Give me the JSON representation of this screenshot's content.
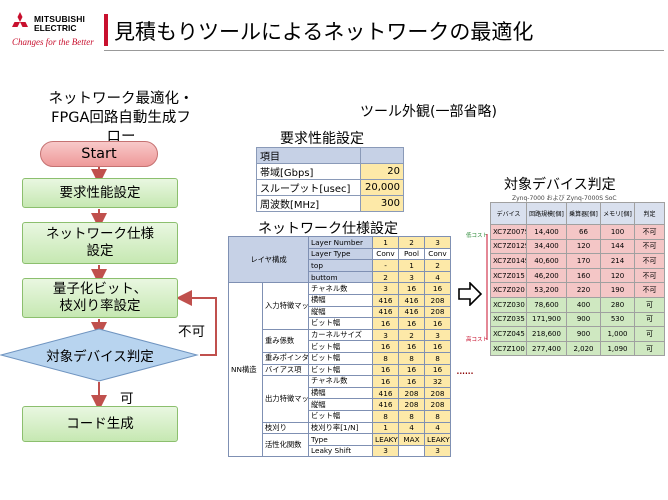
{
  "header": {
    "logo_word1": "MITSUBISHI",
    "logo_word2": "ELECTRIC",
    "logo_tagline": "Changes for the Better",
    "title": "見積もりツールによるネットワークの最適化"
  },
  "flow": {
    "heading_line1": "ネットワーク最適化・",
    "heading_line2": "FPGA回路自動生成フ",
    "heading_line3": "ロー",
    "start": "Start",
    "step1": "要求性能設定",
    "step2_line1": "ネットワーク仕様",
    "step2_line2": "設定",
    "step3_line1": "量子化ビット、",
    "step3_line2": "枝刈り率設定",
    "decision": "対象デバイス判定",
    "no_label": "不可",
    "yes_label": "可",
    "end": "コード生成"
  },
  "tool_label": "ツール外観(一部省略)",
  "perf": {
    "heading": "要求性能設定",
    "header": "項目",
    "rows": [
      {
        "label": "帯域[Gbps]",
        "value": "20"
      },
      {
        "label": "スループット[usec]",
        "value": "20,000"
      },
      {
        "label": "周波数[MHz]",
        "value": "300"
      }
    ]
  },
  "net": {
    "heading": "ネットワーク仕様設定",
    "layer_group": "レイヤ構成",
    "layer_rows": [
      {
        "param": "Layer Number",
        "v": [
          "1",
          "2",
          "3"
        ]
      },
      {
        "param": "Layer Type",
        "v": [
          "Conv",
          "Pool",
          "Conv"
        ]
      },
      {
        "param": "top",
        "v": [
          "-",
          "1",
          "2"
        ]
      },
      {
        "param": "buttom",
        "v": [
          "2",
          "3",
          "4"
        ]
      }
    ],
    "nn_group": "NN構造",
    "input_fm": "入力特徴マップ",
    "input_rows": [
      {
        "param": "チャネル数",
        "v": [
          "3",
          "16",
          "16"
        ]
      },
      {
        "param": "横幅",
        "v": [
          "416",
          "416",
          "208"
        ]
      },
      {
        "param": "縦幅",
        "v": [
          "416",
          "416",
          "208"
        ]
      },
      {
        "param": "ビット幅",
        "v": [
          "16",
          "16",
          "16"
        ]
      }
    ],
    "weight": "重み係数",
    "weight_rows": [
      {
        "param": "カーネルサイズ",
        "v": [
          "3",
          "2",
          "3"
        ]
      },
      {
        "param": "ビット幅",
        "v": [
          "16",
          "16",
          "16"
        ]
      }
    ],
    "wpoint": "重みポインタ",
    "wpoint_row": {
      "param": "ビット幅",
      "v": [
        "8",
        "8",
        "8"
      ]
    },
    "bias": "バイアス項",
    "bias_row": {
      "param": "ビット幅",
      "v": [
        "16",
        "16",
        "16"
      ]
    },
    "output_fm": "出力特徴マップ",
    "output_rows": [
      {
        "param": "チャネル数",
        "v": [
          "16",
          "16",
          "32"
        ]
      },
      {
        "param": "横幅",
        "v": [
          "416",
          "208",
          "208"
        ]
      },
      {
        "param": "縦幅",
        "v": [
          "416",
          "208",
          "208"
        ]
      },
      {
        "param": "ビット幅",
        "v": [
          "8",
          "8",
          "8"
        ]
      }
    ],
    "prune": "枝刈り",
    "prune_row": {
      "param": "枝刈り率[1/N]",
      "v": [
        "1",
        "4",
        "4"
      ]
    },
    "act": "活性化関数",
    "act_rows": [
      {
        "param": "Type",
        "v": [
          "LEAKY",
          "MAX",
          "LEAKY"
        ]
      },
      {
        "param": "Leaky Shift",
        "v": [
          "3",
          "",
          "3"
        ]
      }
    ]
  },
  "dev": {
    "heading": "対象デバイス判定",
    "subtitle": "Zynq-7000 および Zynq-7000S SoC",
    "headers": [
      "デバイス",
      "回路規模[個]",
      "乗算器[個]",
      "メモリ[個]",
      "判定"
    ],
    "low_cost": "低コスト",
    "high_cost": "高コスト",
    "rows": [
      {
        "name": "XC7Z007S",
        "logic": "14,400",
        "mul": "66",
        "mem": "100",
        "result": "不可"
      },
      {
        "name": "XC7Z012S",
        "logic": "34,400",
        "mul": "120",
        "mem": "144",
        "result": "不可"
      },
      {
        "name": "XC7Z014S",
        "logic": "40,600",
        "mul": "170",
        "mem": "214",
        "result": "不可"
      },
      {
        "name": "XC7Z015",
        "logic": "46,200",
        "mul": "160",
        "mem": "120",
        "result": "不可"
      },
      {
        "name": "XC7Z020",
        "logic": "53,200",
        "mul": "220",
        "mem": "190",
        "result": "不可"
      },
      {
        "name": "XC7Z030",
        "logic": "78,600",
        "mul": "400",
        "mem": "280",
        "result": "可"
      },
      {
        "name": "XC7Z035",
        "logic": "171,900",
        "mul": "900",
        "mem": "530",
        "result": "可"
      },
      {
        "name": "XC7Z045",
        "logic": "218,600",
        "mul": "900",
        "mem": "1,000",
        "result": "可"
      },
      {
        "name": "XC7Z100",
        "logic": "277,400",
        "mul": "2,020",
        "mem": "1,090",
        "result": "可"
      }
    ]
  },
  "dots": "......",
  "colors": {
    "brand_red": "#c8102e",
    "ng_row": "#f4c6c6",
    "ok_row": "#cfe8c1",
    "arrow_red": "#c0504d"
  }
}
